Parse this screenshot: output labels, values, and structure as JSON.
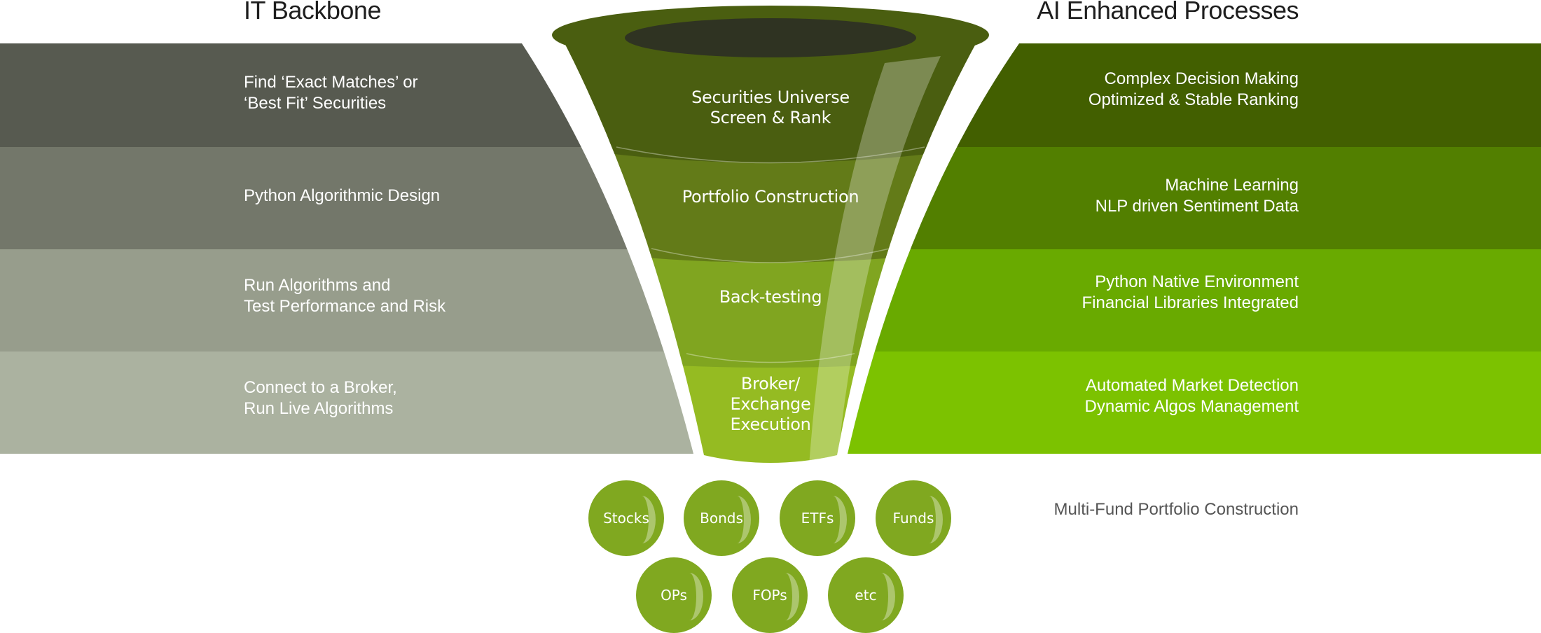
{
  "headings": {
    "left": "IT Backbone",
    "right": "AI Enhanced Processes"
  },
  "left_column": [
    {
      "text": "Find ‘Exact Matches’ or\n‘Best Fit’ Securities",
      "color": "#575a50"
    },
    {
      "text": "Python Algorithmic Design",
      "color": "#73776a"
    },
    {
      "text": "Run Algorithms and\nTest Performance and Risk",
      "color": "#979d8c"
    },
    {
      "text": "Connect to a Broker,\nRun Live Algorithms",
      "color": "#abb2a0"
    }
  ],
  "funnel_stages": [
    {
      "text": "Securities Universe\nScreen & Rank",
      "color": "#4a5e10"
    },
    {
      "text": "Portfolio Construction",
      "color": "#637b18"
    },
    {
      "text": "Back-testing",
      "color": "#80a520"
    },
    {
      "text": "Broker/\nExchange\nExecution",
      "color": "#95bb22"
    }
  ],
  "right_column": [
    {
      "text": "Complex Decision Making\nOptimized & Stable Ranking",
      "color": "#425f00"
    },
    {
      "text": "Machine Learning\nNLP driven Sentiment Data",
      "color": "#527f00"
    },
    {
      "text": "Python Native Environment\nFinancial Libraries Integrated",
      "color": "#69aa00"
    },
    {
      "text": "Automated Market Detection\nDynamic Algos Management",
      "color": "#7cc200"
    }
  ],
  "asset_bubbles": [
    "Stocks",
    "Bonds",
    "ETFs",
    "Funds",
    "OPs",
    "FOPs",
    "etc"
  ],
  "footer_note": "Multi-Fund Portfolio Construction",
  "colors": {
    "funnel_rim": "#4a5e10",
    "funnel_opening": "#2f3322",
    "bubble": "#80a820"
  }
}
